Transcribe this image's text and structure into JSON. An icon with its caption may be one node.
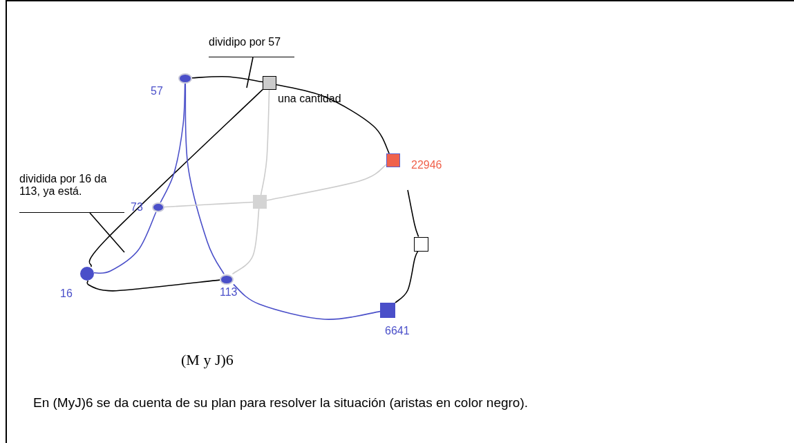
{
  "diagram": {
    "caption": "En (MyJ)6 se da cuenta de su plan para resolver la situación (aristas en color negro).",
    "nodes": [
      {
        "text": [],
        "shape": "circle",
        "beside": [
          "57"
        ]
      },
      {
        "text": [],
        "shape": "circle",
        "beside": [
          "73"
        ]
      },
      {
        "text": [],
        "shape": "circle",
        "beside": [
          "16"
        ]
      },
      {
        "text": [],
        "shape": "circle",
        "beside": [
          "113"
        ]
      },
      {
        "text": [],
        "shape": "box",
        "beside": [
          "una cantidad"
        ]
      },
      {
        "text": [],
        "shape": "box"
      },
      {
        "text": [],
        "shape": "box",
        "beside": [
          "22946"
        ]
      },
      {
        "text": [],
        "shape": "box"
      },
      {
        "text": [],
        "shape": "box",
        "beside": [
          "6641"
        ]
      },
      {
        "text": [
          "dividipo por 57"
        ]
      },
      {
        "text": [
          "dividida por 16 da 113, ya está."
        ]
      }
    ],
    "edges": [
      {
        "from": 0,
        "to": 4,
        "arrow": "none"
      },
      {
        "from": 4,
        "to": 6,
        "arrow": "none"
      },
      {
        "from": 4,
        "to": 2,
        "arrow": "none"
      },
      {
        "from": 2,
        "to": 3,
        "arrow": "none"
      },
      {
        "from": null,
        "to": 7,
        "arrow": "none"
      },
      {
        "from": 7,
        "to": 8,
        "arrow": "none"
      },
      {
        "from": 0,
        "to": 1,
        "arrow": "none",
        "color": "#4a4fc9"
      },
      {
        "from": 1,
        "to": 2,
        "arrow": "none",
        "color": "#4a4fc9"
      },
      {
        "from": 0,
        "to": 3,
        "arrow": "none",
        "color": "#4a4fc9"
      },
      {
        "from": 3,
        "to": 8,
        "arrow": "none",
        "color": "#4a4fc9"
      },
      {
        "from": 4,
        "to": 5,
        "arrow": "none",
        "color": "#cccccc"
      },
      {
        "from": 5,
        "to": 3,
        "arrow": "none",
        "color": "#cccccc"
      },
      {
        "from": 1,
        "to": 5,
        "arrow": "none",
        "color": "#cccccc"
      },
      {
        "from": 5,
        "to": 6,
        "arrow": "none",
        "color": "#cccccc"
      },
      {
        "from": 9,
        "to": null,
        "arrow": "none"
      },
      {
        "from": 10,
        "to": null,
        "arrow": "none"
      }
    ],
    "labels": [
      "(M y J)6"
    ]
  }
}
